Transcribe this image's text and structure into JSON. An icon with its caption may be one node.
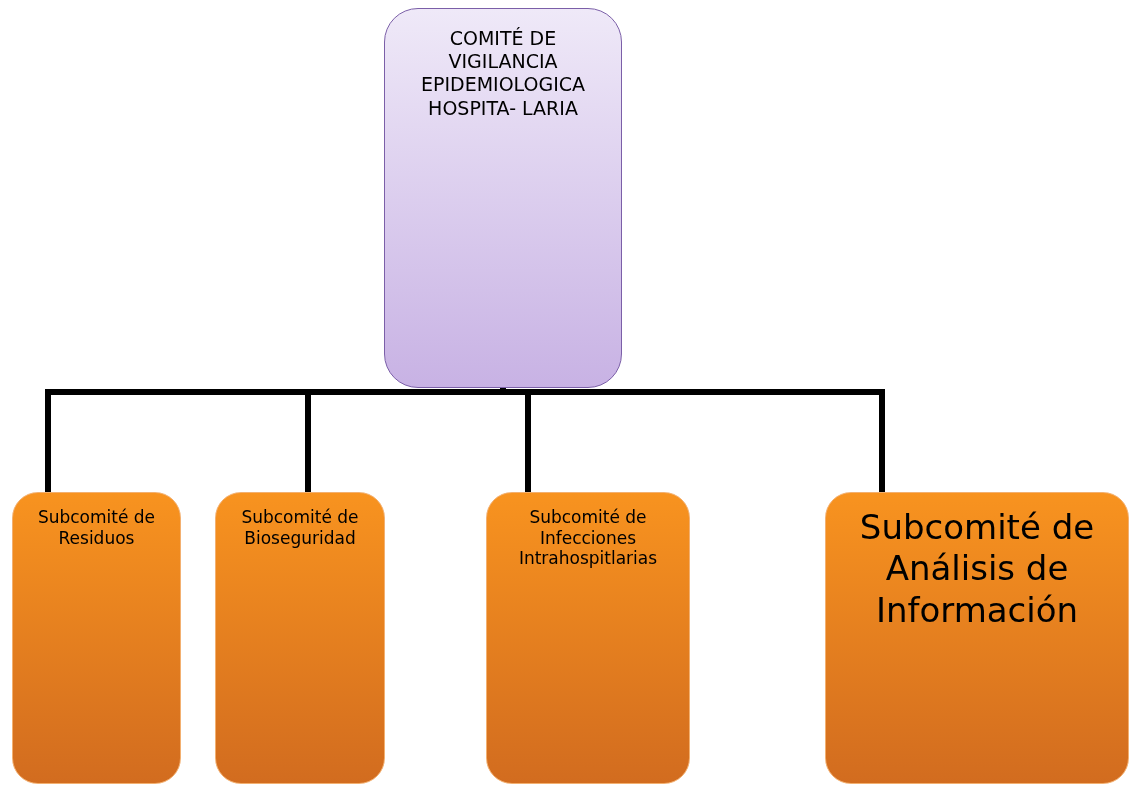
{
  "diagram": {
    "nodes": [
      {
        "text": [
          "COMITÉ DE VIGILANCIA EPIDEMIOLOGICA HOSPITA- LARIA"
        ]
      },
      {
        "text": [
          "Subcomité de Residuos"
        ]
      },
      {
        "text": [
          "Subcomité de Bioseguridad"
        ]
      },
      {
        "text": [
          "Subcomité de Infecciones Intrahospitlarias"
        ]
      },
      {
        "text": [
          "Subcomité de Análisis de Información"
        ]
      }
    ],
    "edges": [
      {
        "from": 0,
        "to": 1,
        "arrow": "none"
      },
      {
        "from": 0,
        "to": 2,
        "arrow": "none"
      },
      {
        "from": 0,
        "to": 3,
        "arrow": "none"
      },
      {
        "from": 0,
        "to": 4,
        "arrow": "none"
      }
    ]
  }
}
